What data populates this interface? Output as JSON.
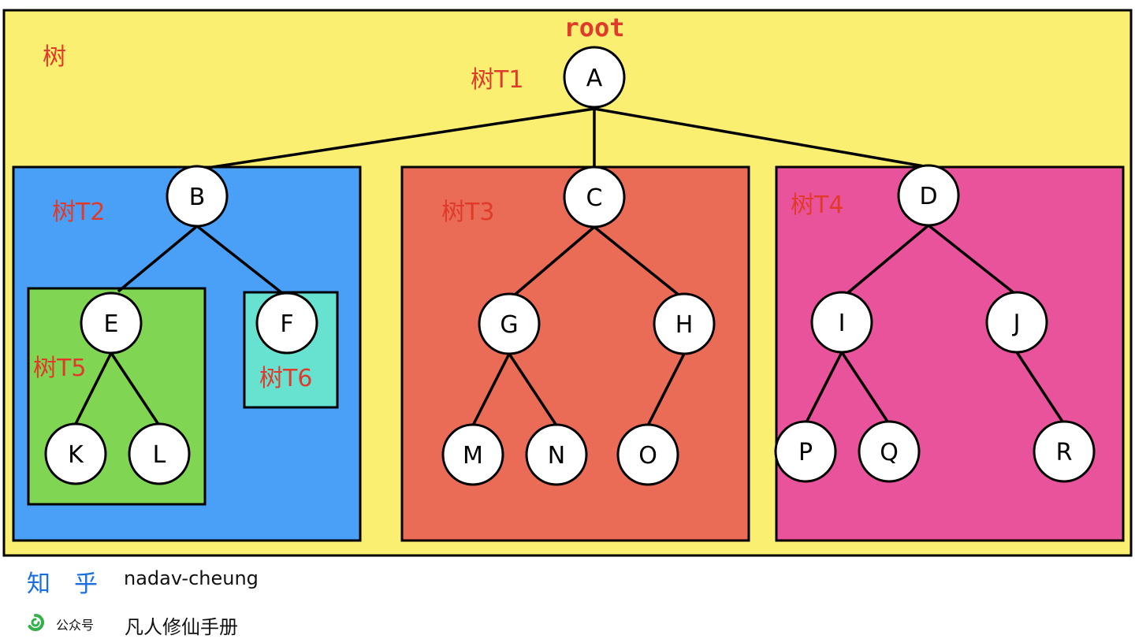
{
  "root_label": "root",
  "big_tree_label": "树",
  "subtree_labels": {
    "t1": "树T1",
    "t2": "树T2",
    "t3": "树T3",
    "t4": "树T4",
    "t5": "树T5",
    "t6": "树T6"
  },
  "nodes": {
    "A": "A",
    "B": "B",
    "C": "C",
    "D": "D",
    "E": "E",
    "F": "F",
    "G": "G",
    "H": "H",
    "I": "I",
    "J": "J",
    "K": "K",
    "L": "L",
    "M": "M",
    "N": "N",
    "O": "O",
    "P": "P",
    "Q": "Q",
    "R": "R"
  },
  "colors": {
    "outer_tree": "#fbef72",
    "t2": "#4aa0f7",
    "t3": "#ea6b56",
    "t4": "#e9539c",
    "t5": "#80d552",
    "t6": "#68e2d0",
    "label_red": "#e03a2a"
  },
  "footer": {
    "zhihu_logo": "知乎",
    "zhihu_user": "nadav-cheung",
    "wechat_icon": "wechat-icon",
    "gzh_label": "公众号",
    "gzh_name": "凡人修仙手册"
  }
}
